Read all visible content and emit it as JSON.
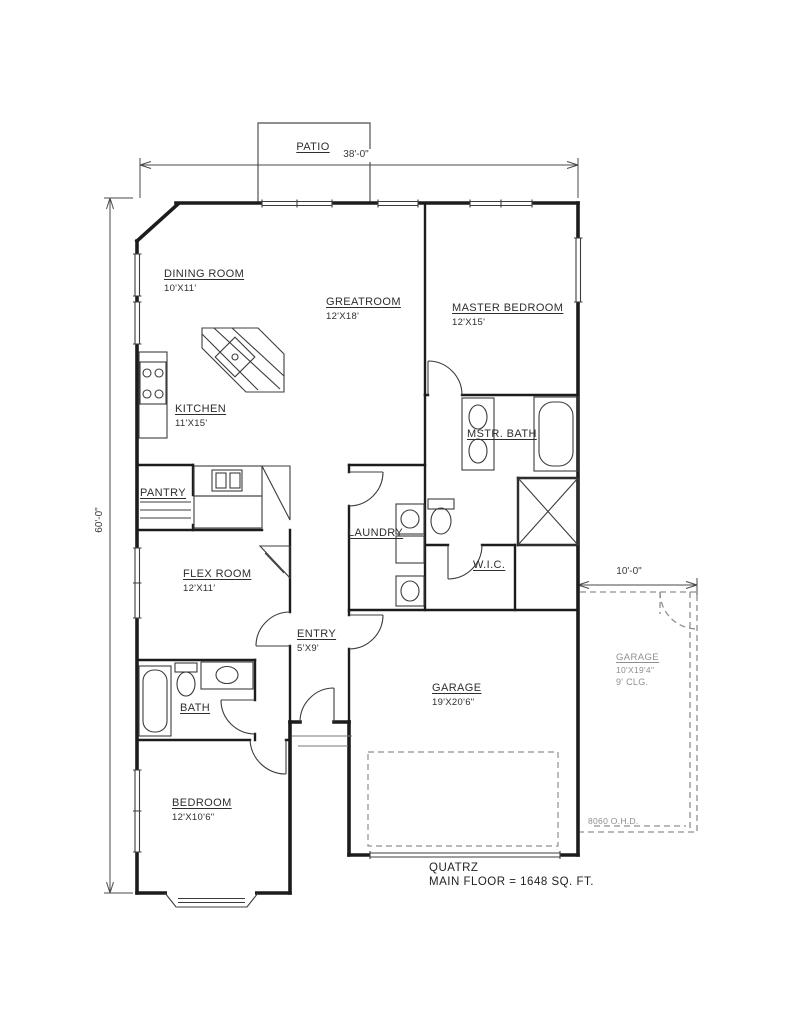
{
  "plan": {
    "title_line1": "QUATRZ",
    "title_line2": "MAIN FLOOR = 1648 SQ. FT.",
    "dim_width": "38'-0\"",
    "dim_height": "60'-0\"",
    "dim_opt_garage": "10'-0\"",
    "note_ohd": "8060 O.H.D."
  },
  "rooms": {
    "patio": {
      "label": "PATIO"
    },
    "dining": {
      "label": "DINING ROOM",
      "dims": "10'X11'"
    },
    "greatroom": {
      "label": "GREATROOM",
      "dims": "12'X18'"
    },
    "master": {
      "label": "MASTER BEDROOM",
      "dims": "12'X15'"
    },
    "kitchen": {
      "label": "KITCHEN",
      "dims": "11'X15'"
    },
    "mstr_bath": {
      "label": "MSTR. BATH"
    },
    "pantry": {
      "label": "PANTRY"
    },
    "laundry": {
      "label": "LAUNDRY"
    },
    "wic": {
      "label": "W.I.C."
    },
    "flex": {
      "label": "FLEX ROOM",
      "dims": "12'X11'"
    },
    "entry": {
      "label": "ENTRY",
      "dims": "5'X9'"
    },
    "bath": {
      "label": "BATH"
    },
    "garage": {
      "label": "GARAGE",
      "dims": "19'X20'6\""
    },
    "bedroom": {
      "label": "BEDROOM",
      "dims": "12'X10'6\""
    },
    "opt_garage": {
      "label": "GARAGE",
      "dims": "10'X19'4\"",
      "extra": "9'  CLG."
    }
  }
}
